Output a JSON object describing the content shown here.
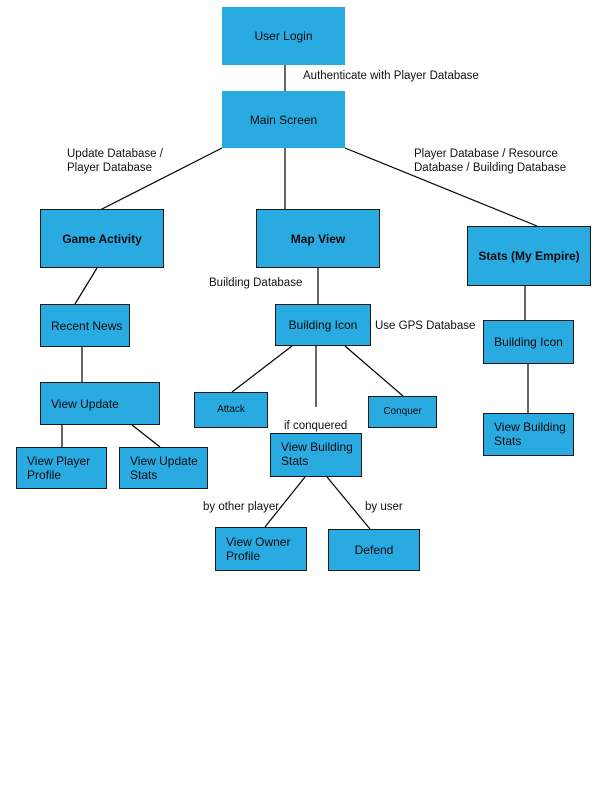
{
  "nodes": {
    "user_login": "User Login",
    "main_screen": "Main Screen",
    "game_activity": "Game Activity",
    "map_view": "Map View",
    "stats_empire": "Stats (My Empire)",
    "recent_news": "Recent News",
    "view_update": "View Update",
    "view_player_profile": "View Player Profile",
    "view_update_stats": "View Update Stats",
    "building_icon_map": "Building Icon",
    "attack": "Attack",
    "conquer": "Conquer",
    "view_building_stats_map": "View Building Stats",
    "view_owner_profile": "View Owner Profile",
    "defend": "Defend",
    "building_icon_stats": "Building Icon",
    "view_building_stats_stats": "View Building Stats"
  },
  "labels": {
    "authenticate": "Authenticate with Player Database",
    "update_database": "Update Database / Player Database",
    "player_resource_building": "Player Database / Resource Database / Building Database",
    "building_database": "Building Database",
    "use_gps": "Use GPS Database",
    "if_conquered": "if conquered",
    "by_other_player": "by other player",
    "by_user": "by user"
  },
  "colors": {
    "node_fill": "#29abe2",
    "border": "#1a1a1a",
    "line": "#000000",
    "background": "#ffffff"
  }
}
